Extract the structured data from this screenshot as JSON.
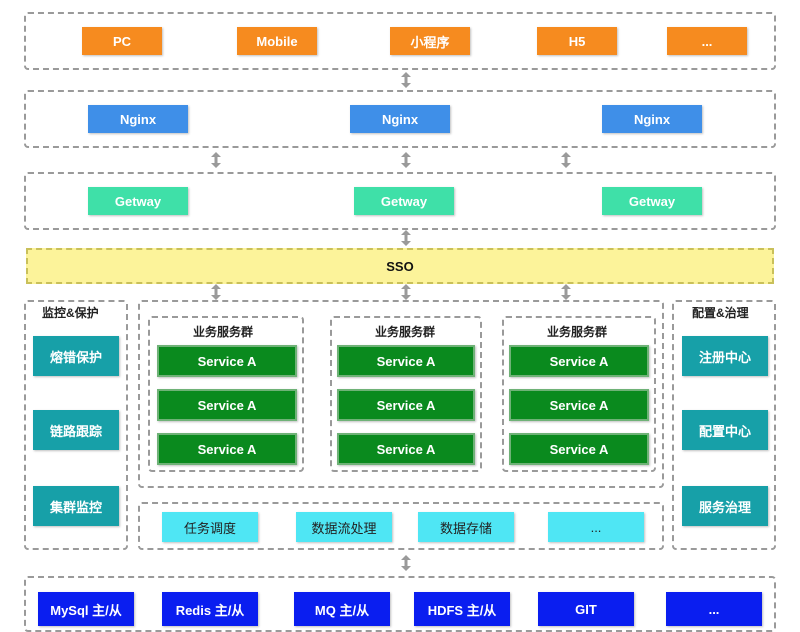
{
  "clients": [
    "PC",
    "Mobile",
    "小程序",
    "H5",
    "..."
  ],
  "nginx": [
    "Nginx",
    "Nginx",
    "Nginx"
  ],
  "gateway": [
    "Getway",
    "Getway",
    "Getway"
  ],
  "sso": "SSO",
  "monitor": {
    "title": "监控&保护",
    "items": [
      "熔错保护",
      "链路跟踪",
      "集群监控"
    ]
  },
  "config": {
    "title": "配置&治理",
    "items": [
      "注册中心",
      "配置中心",
      "服务治理"
    ]
  },
  "service_groups": [
    {
      "title": "业务服务群",
      "services": [
        "Service A",
        "Service A",
        "Service A"
      ]
    },
    {
      "title": "业务服务群",
      "services": [
        "Service A",
        "Service A",
        "Service A"
      ]
    },
    {
      "title": "业务服务群",
      "services": [
        "Service A",
        "Service A",
        "Service A"
      ]
    }
  ],
  "common_services": [
    "任务调度",
    "数据流处理",
    "数据存储",
    "..."
  ],
  "storage": [
    "MySql 主/从",
    "Redis 主/从",
    "MQ 主/从",
    "HDFS 主/从",
    "GIT",
    "..."
  ],
  "colors": {
    "client": "#f68b1f",
    "nginx": "#3f8fe8",
    "gateway": "#3fe0a8",
    "side": "#17a0a8",
    "service": "#0a8a1e",
    "common": "#4fe6f4",
    "storage": "#0a1ef0",
    "sso": "#fcf39a"
  },
  "icons": [
    "double-arrow-icon"
  ]
}
